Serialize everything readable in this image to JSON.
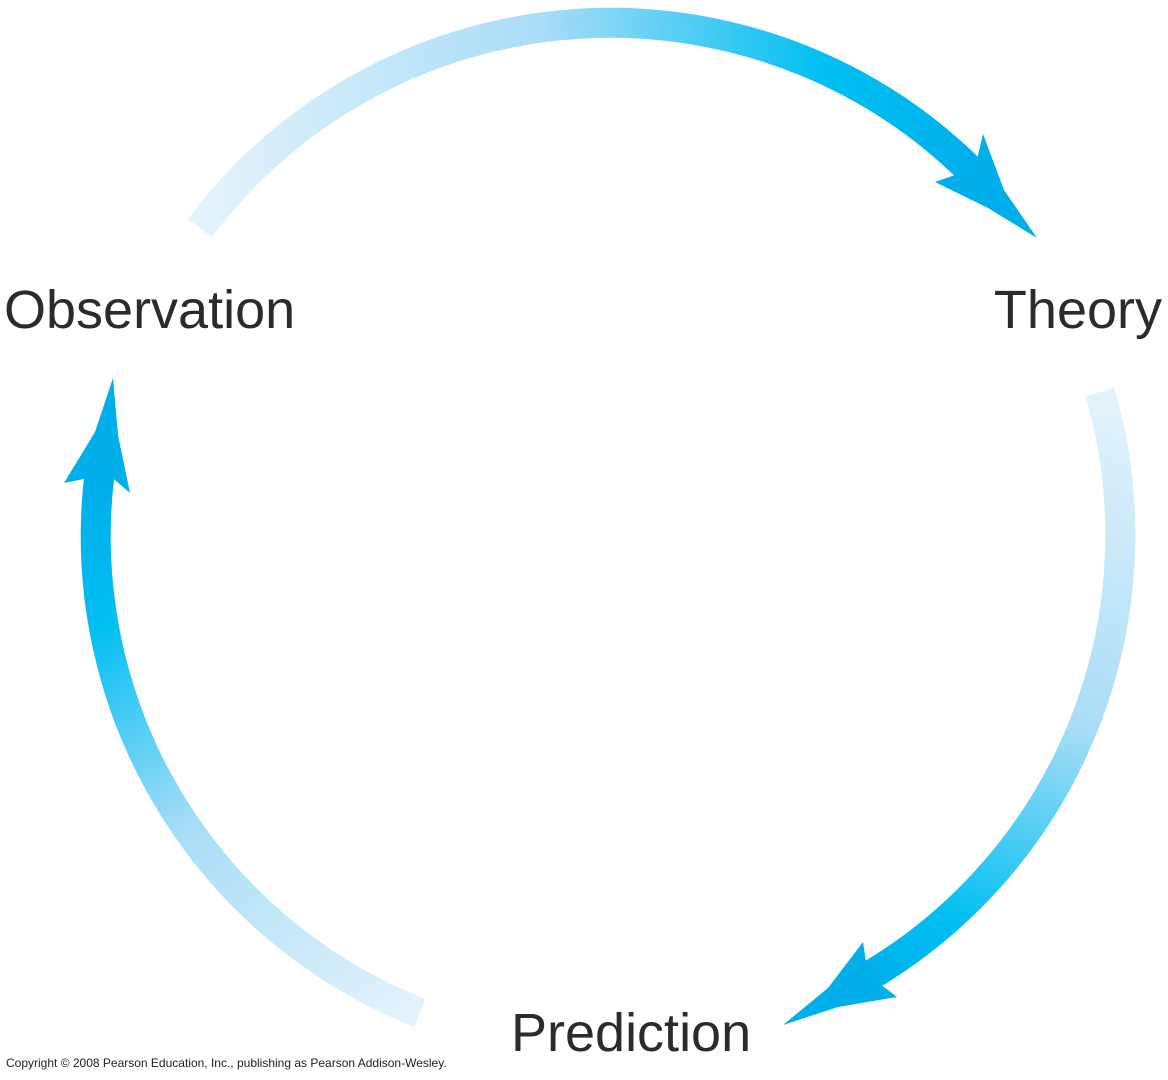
{
  "nodes": [
    {
      "label": "Observation"
    },
    {
      "label": "Theory"
    },
    {
      "label": "Prediction"
    }
  ],
  "edges": [
    {
      "from": "Observation",
      "to": "Theory"
    },
    {
      "from": "Theory",
      "to": "Prediction"
    },
    {
      "from": "Prediction",
      "to": "Observation"
    }
  ],
  "colors": {
    "arrow_light": "#e3f3fc",
    "arrow_mid": "#00bff2",
    "arrow_dark": "#00aeea",
    "text": "#2b2b2b"
  },
  "copyright": "Copyright © 2008 Pearson Education, Inc., publishing as Pearson Addison-Wesley."
}
